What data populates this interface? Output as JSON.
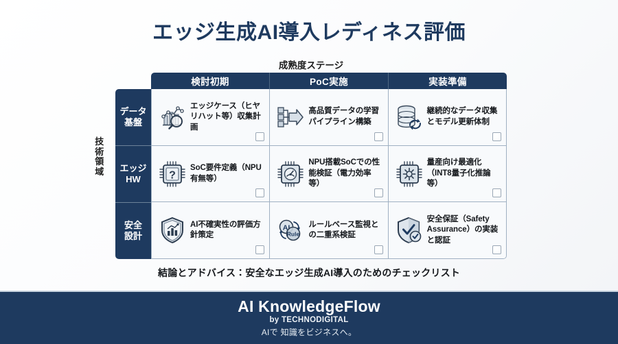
{
  "title": "エッジ生成AI導入レディネス評価",
  "axes": {
    "column_axis_label": "成熟度ステージ",
    "row_axis_label": "技術領域",
    "row_axis_chars": [
      "技",
      "術",
      "領",
      "域"
    ]
  },
  "columns": [
    {
      "id": "stage-early",
      "label": "検討初期"
    },
    {
      "id": "stage-poc",
      "label": "PoC実施"
    },
    {
      "id": "stage-deploy",
      "label": "実装準備"
    }
  ],
  "rows": [
    {
      "id": "row-data-foundation",
      "label_line1": "データ",
      "label_line2": "基盤",
      "cells": [
        {
          "icon": "chart-search-icon",
          "text": "エッジケース（ヒヤリハット等）収集計画",
          "checked": false
        },
        {
          "icon": "pipeline-flow-icon",
          "text": "高品質データの学習パイプライン構築",
          "checked": false
        },
        {
          "icon": "database-refresh-icon",
          "text": "継続的なデータ収集とモデル更新体制",
          "checked": false
        }
      ]
    },
    {
      "id": "row-edge-hw",
      "label_line1": "エッジ",
      "label_line2": "HW",
      "cells": [
        {
          "icon": "chip-question-icon",
          "text": "SoC要件定義（NPU有無等）",
          "checked": false
        },
        {
          "icon": "chip-gauge-icon",
          "text": "NPU搭載SoCでの性能検証（電力効率等）",
          "checked": false
        },
        {
          "icon": "chip-gear-icon",
          "text": "量産向け最適化（INT8量子化推論等）",
          "checked": false
        }
      ]
    },
    {
      "id": "row-safety-design",
      "label_line1": "安全",
      "label_line2": "設計",
      "cells": [
        {
          "icon": "shield-chart-icon",
          "text": "AI不確実性の評価方針策定",
          "checked": false
        },
        {
          "icon": "ai-rule-loop-icon",
          "text": "ルールベース監視との二重系検証",
          "checked": false
        },
        {
          "icon": "shield-check-icon",
          "text": "安全保証（Safety Assurance）の実装と認証",
          "checked": false
        }
      ]
    }
  ],
  "conclusion": "結論とアドバイス：安全なエッジ生成AI導入のためのチェックリスト",
  "footer": {
    "brand": "AI KnowledgeFlow",
    "by": "by TECHNODIGITAL",
    "tagline": "AIで 知識をビジネスへ。"
  },
  "colors": {
    "navy": "#1e3a5f",
    "cell_bg": "#f8fafc",
    "border": "#9fb0c2",
    "text": "#15181c",
    "icon_stroke": "#3a4a5c"
  }
}
